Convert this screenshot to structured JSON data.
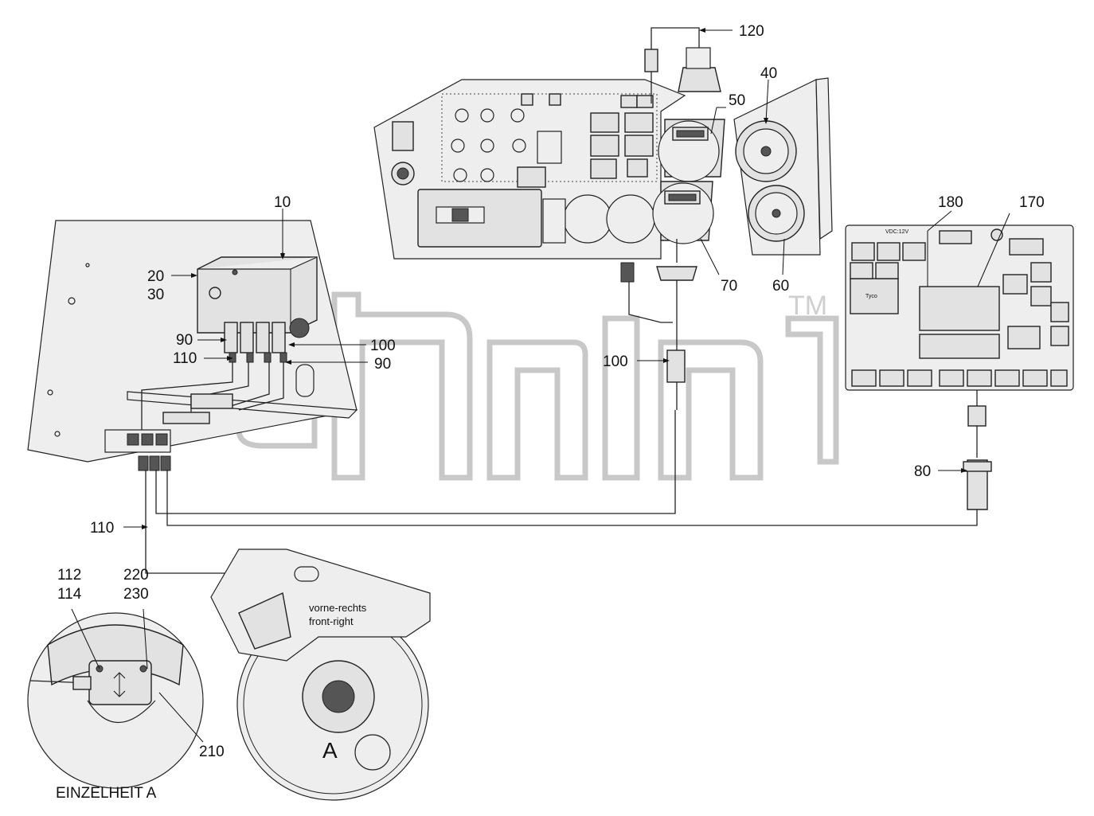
{
  "watermark": {
    "trademark": "TM"
  },
  "callouts": {
    "c10": "10",
    "c20": "20",
    "c30": "30",
    "c40": "40",
    "c50": "50",
    "c60": "60",
    "c70": "70",
    "c80": "80",
    "c90a": "90",
    "c90b": "90",
    "c100a": "100",
    "c100b": "100",
    "c110a": "110",
    "c110b": "110",
    "c112": "112",
    "c114": "114",
    "c120": "120",
    "c170": "170",
    "c180": "180",
    "c210": "210",
    "c220": "220",
    "c230": "230"
  },
  "annotations": {
    "position_de": "vorne-rechts",
    "position_en": "front-right",
    "detail_marker": "A",
    "detail_caption": "EINZELHEIT A",
    "board_voltage": "VDC:12V",
    "board_relay": "Tyco"
  }
}
